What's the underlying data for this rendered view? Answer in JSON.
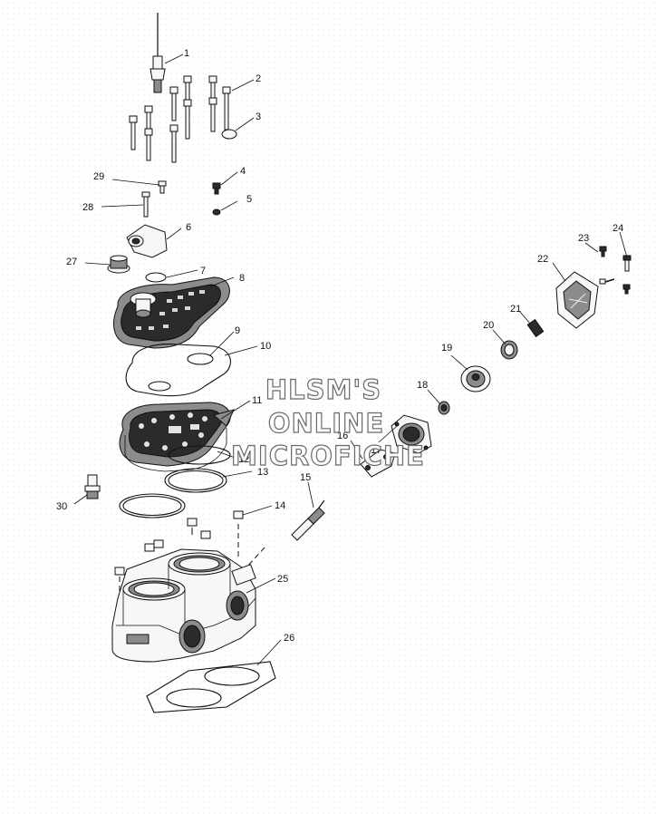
{
  "watermark": {
    "line1": "HLSM'S",
    "line2": "ONLINE",
    "line3": "MICROFICHE"
  },
  "callouts": {
    "c1": "1",
    "c2": "2",
    "c3": "3",
    "c4": "4",
    "c5": "5",
    "c6": "6",
    "c7": "7",
    "c8": "8",
    "c9": "9",
    "c10": "10",
    "c11": "11",
    "c12": "12",
    "c13": "13",
    "c14": "14",
    "c15": "15",
    "c16": "16",
    "c17": "17",
    "c18": "18",
    "c19": "19",
    "c20": "20",
    "c21": "21",
    "c22": "22",
    "c23": "23",
    "c24": "24",
    "c25": "25",
    "c26": "26",
    "c27": "27",
    "c28": "28",
    "c29": "29",
    "c30": "30"
  }
}
